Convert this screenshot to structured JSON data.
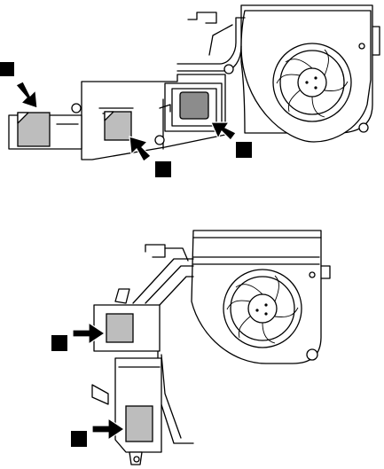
{
  "figure": {
    "upper": {
      "assembly": "thermal-module-with-pads",
      "callouts": [
        {
          "id": "pad-left",
          "arrow": "down-right"
        },
        {
          "id": "pad-middle",
          "arrow": "up-left"
        },
        {
          "id": "pad-right",
          "arrow": "up-left"
        }
      ]
    },
    "lower": {
      "assembly": "thermal-module-underside",
      "callouts": [
        {
          "id": "pad-upper",
          "arrow": "right"
        },
        {
          "id": "pad-lower",
          "arrow": "right"
        }
      ]
    },
    "colors": {
      "line": "#000000",
      "pad_fill": "#bdbdbd",
      "pad_dark_fill": "#8c8c8c",
      "marker": "#000000",
      "background": "#ffffff"
    }
  }
}
